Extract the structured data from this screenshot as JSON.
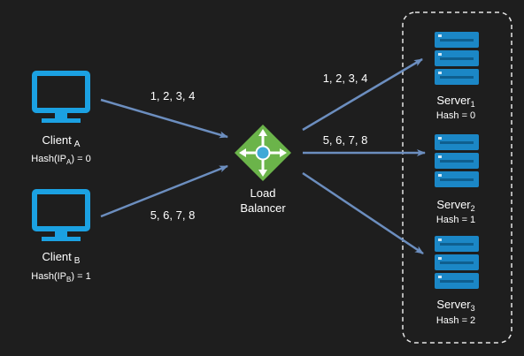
{
  "colors": {
    "background": "#1e1e1e",
    "arrow": "#6c8ebf",
    "monitor": "#1ba1e2",
    "server": "#1b87c6",
    "server_dark": "#0f5f8f",
    "lb_green": "#6bb44a",
    "lb_circle": "#3fa9d6",
    "group_border": "#e6e6e6"
  },
  "icons": {
    "client_a": "monitor-icon",
    "client_b": "monitor-icon",
    "load_balancer": "load-balancer-icon",
    "servers": "server-rack-icon"
  },
  "clients": [
    {
      "name": "Client",
      "sub": "A",
      "hash_prefix": "Hash(IP",
      "hash_sub": "A",
      "hash_suffix": ") = 0"
    },
    {
      "name": "Client",
      "sub": "B",
      "hash_prefix": "Hash(IP",
      "hash_sub": "B",
      "hash_suffix": ") = 1"
    }
  ],
  "load_balancer": {
    "line1": "Load",
    "line2": "Balancer"
  },
  "servers": [
    {
      "name": "Server",
      "sub": "1",
      "hash": "Hash = 0"
    },
    {
      "name": "Server",
      "sub": "2",
      "hash": "Hash = 1"
    },
    {
      "name": "Server",
      "sub": "3",
      "hash": "Hash = 2"
    }
  ],
  "edges": {
    "client_a_to_lb": "1, 2, 3, 4",
    "client_b_to_lb": "5, 6, 7, 8",
    "lb_to_server1": "1, 2, 3, 4",
    "lb_to_server2": "5, 6, 7, 8"
  }
}
